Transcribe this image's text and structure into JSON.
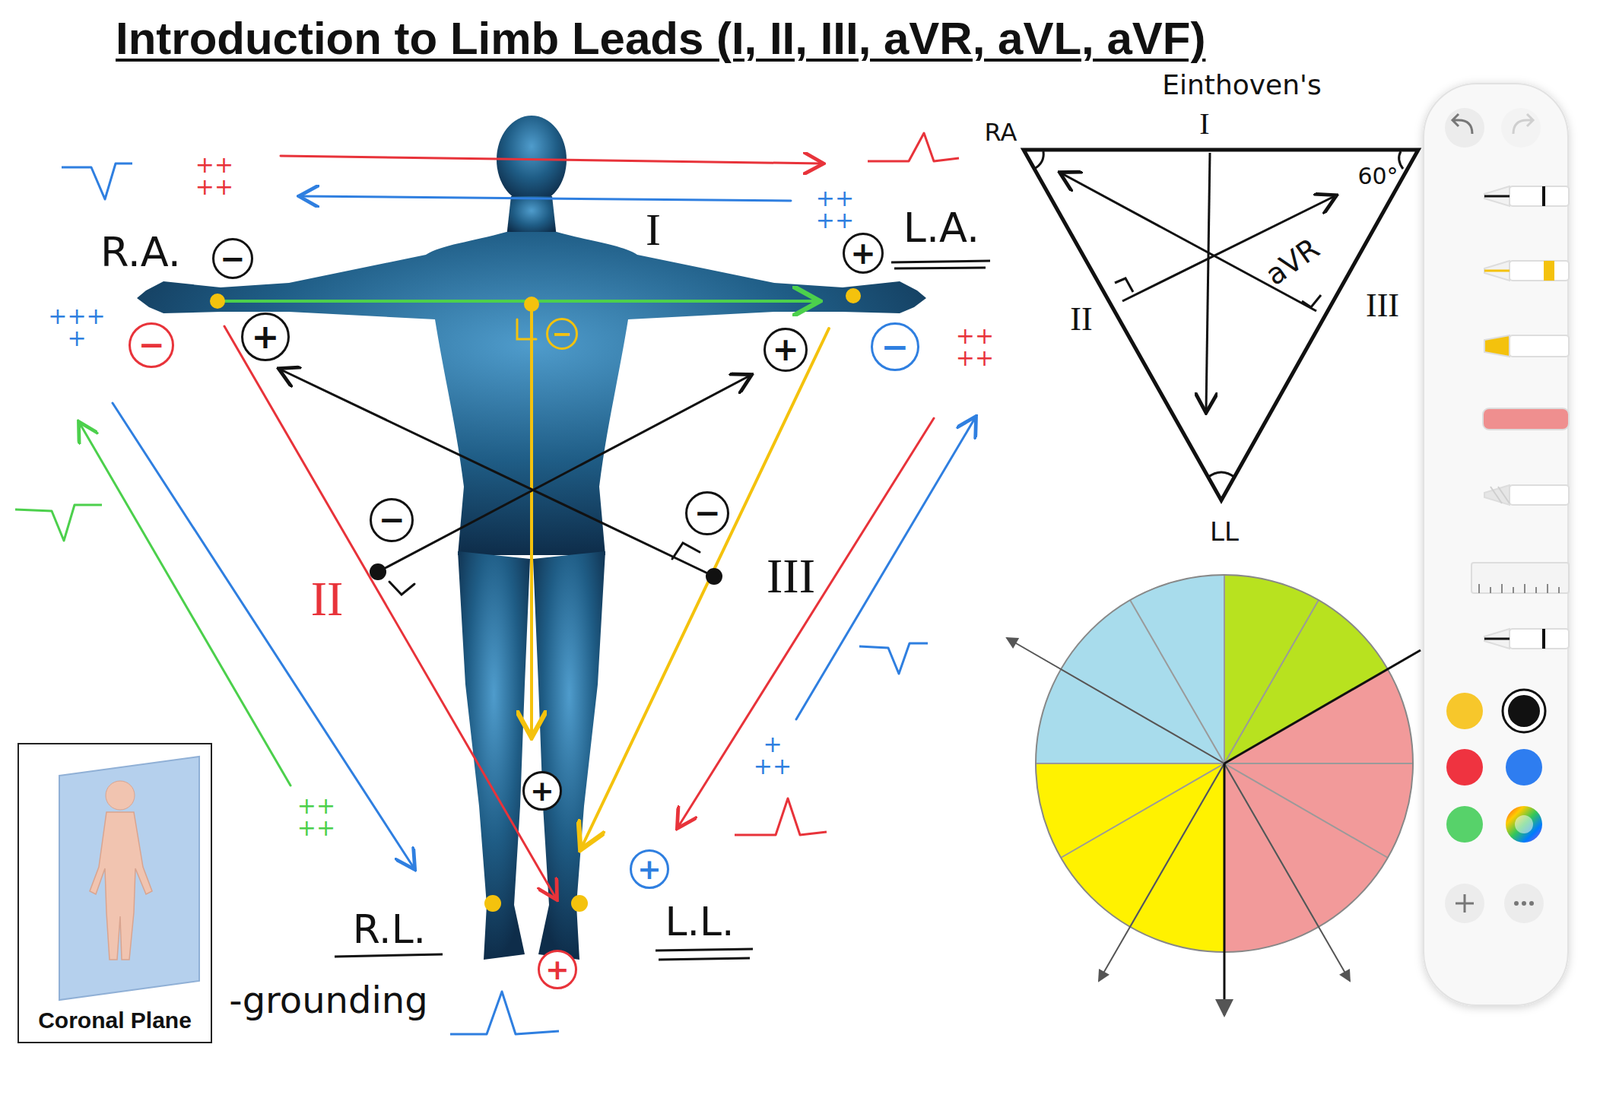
{
  "diagram": {
    "title": "Introduction to Limb Leads (I, II, III, aVR, aVL, aVF)",
    "nodes": [
      {
        "text": [
          "−"
        ]
      },
      {
        "text": [
          "+"
        ]
      },
      {
        "text": [
          "−"
        ]
      },
      {
        "text": [
          "+"
        ]
      },
      {
        "text": [
          "−"
        ]
      },
      {
        "text": [
          "+"
        ]
      },
      {
        "text": [
          "−"
        ]
      },
      {
        "text": [
          "−"
        ]
      },
      {
        "text": [
          "−"
        ]
      },
      {
        "text": [
          "+"
        ]
      },
      {
        "text": [
          "+"
        ]
      },
      {
        "text": [
          "+"
        ]
      },
      {
        "text": [
          "Coronal Plane"
        ]
      }
    ],
    "labels": [
      "Einthoven's",
      "R.A.",
      "L.A.",
      "I",
      "II",
      "III",
      "R.L.",
      "-grounding",
      "L.L.",
      "++ ++",
      "++ ++",
      "+++ +",
      "++ ++",
      "+ ++",
      "++ ++",
      "RA",
      "I",
      "60°",
      "II",
      "aVR",
      "III",
      "LL"
    ]
  }
}
